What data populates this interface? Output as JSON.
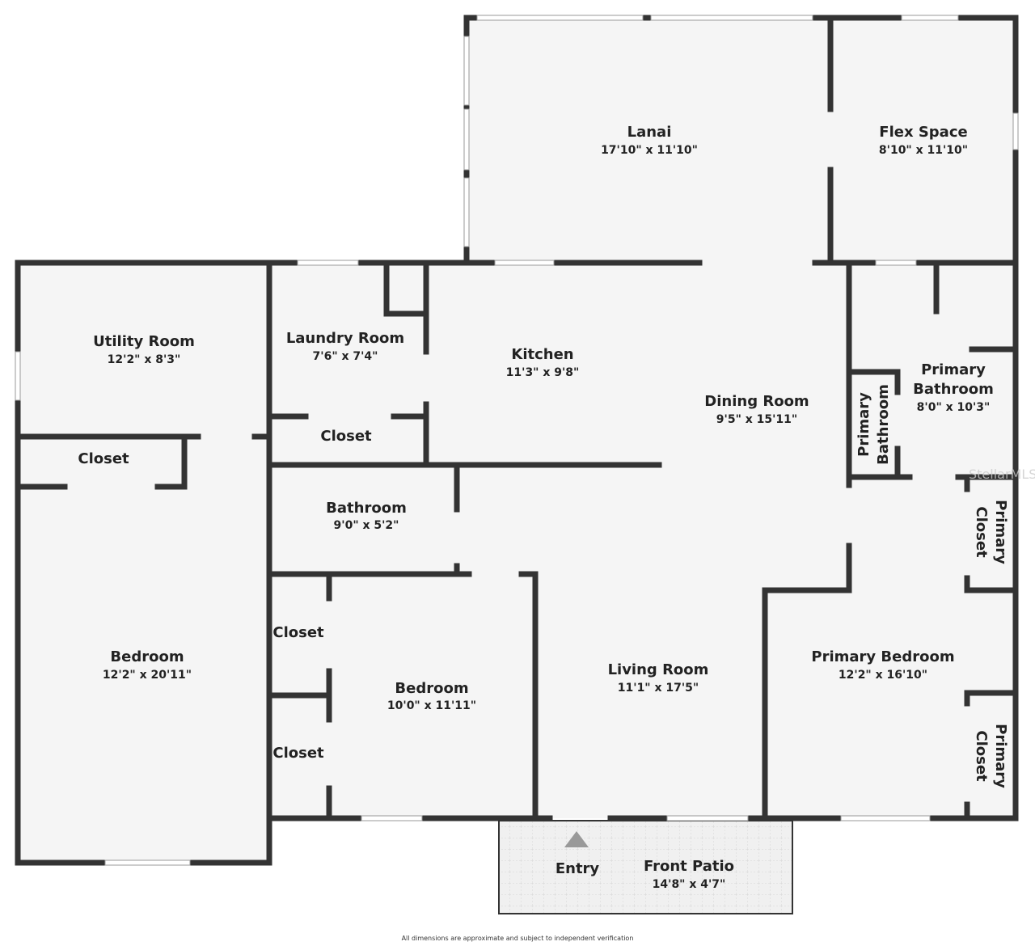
{
  "rooms": {
    "lanai": {
      "name": "Lanai",
      "dims": "17'10\" x 11'10\""
    },
    "flex_space": {
      "name": "Flex Space",
      "dims": "8'10\" x 11'10\""
    },
    "utility_room": {
      "name": "Utility Room",
      "dims": "12'2\" x 8'3\""
    },
    "laundry_room": {
      "name": "Laundry Room",
      "dims": "7'6\" x 7'4\""
    },
    "kitchen": {
      "name": "Kitchen",
      "dims": "11'3\" x 9'8\""
    },
    "dining_room": {
      "name": "Dining Room",
      "dims": "9'5\" x 15'11\""
    },
    "primary_bathroom": {
      "name_line1": "Primary",
      "name_line2": "Bathroom",
      "dims": "8'0\" x 10'3\""
    },
    "primary_bathroom_small": {
      "name_line1": "Primary",
      "name_line2": "Bathroom"
    },
    "laundry_closet": {
      "name": "Closet"
    },
    "utility_closet": {
      "name": "Closet"
    },
    "bathroom": {
      "name": "Bathroom",
      "dims": "9'0\" x 5'2\""
    },
    "primary_closet_1": {
      "name_line1": "Primary",
      "name_line2": "Closet"
    },
    "primary_closet_2": {
      "name_line1": "Primary",
      "name_line2": "Closet"
    },
    "bedroom_left": {
      "name": "Bedroom",
      "dims": "12'2\" x 20'11\""
    },
    "closet_upper": {
      "name": "Closet"
    },
    "closet_lower": {
      "name": "Closet"
    },
    "bedroom_middle": {
      "name": "Bedroom",
      "dims": "10'0\" x 11'11\""
    },
    "living_room": {
      "name": "Living Room",
      "dims": "11'1\" x 17'5\""
    },
    "primary_bedroom": {
      "name": "Primary Bedroom",
      "dims": "12'2\" x 16'10\""
    },
    "entry": {
      "name": "Entry"
    },
    "front_patio": {
      "name": "Front Patio",
      "dims": "14'8\" x 4'7\""
    }
  },
  "watermark": "StellarMLS",
  "footer": "All dimensions are approximate and subject to independent verification",
  "colors": {
    "wall": "#333333",
    "floor": "#f5f5f5",
    "patio": "#efefef"
  }
}
